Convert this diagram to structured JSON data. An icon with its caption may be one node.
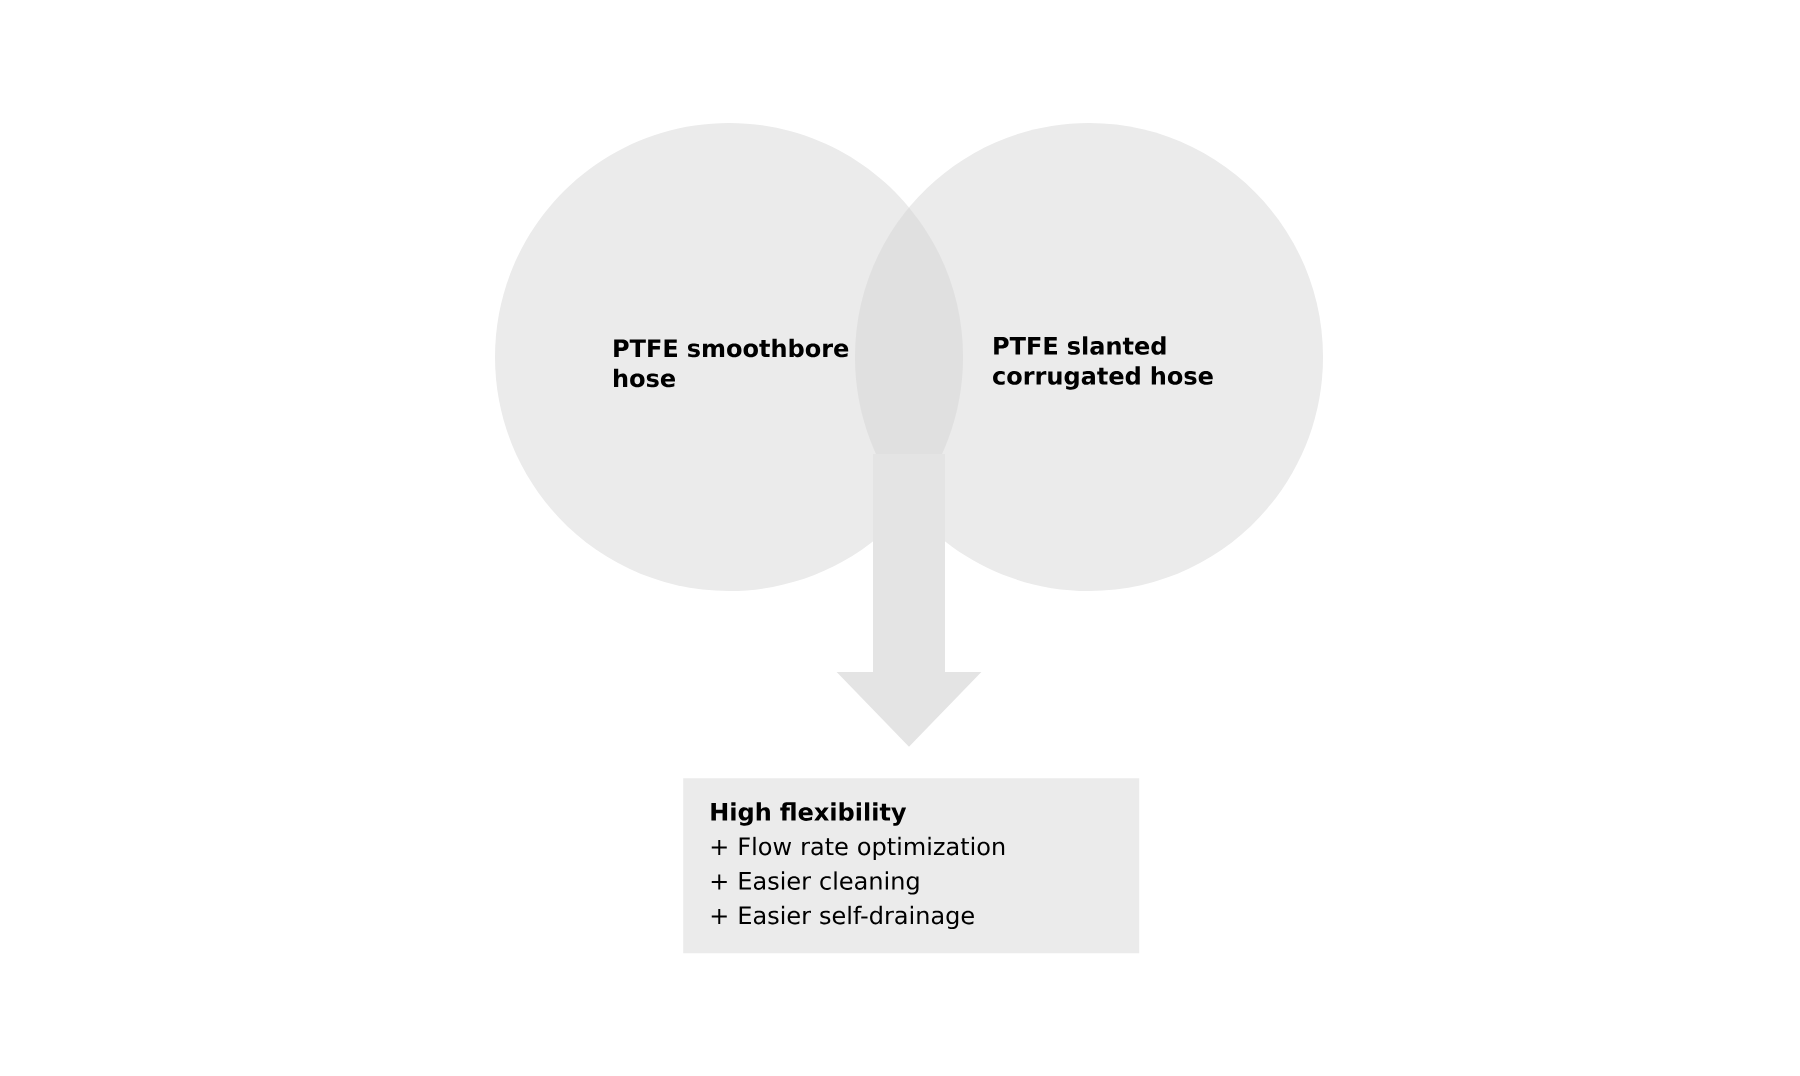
{
  "diagram": {
    "nodes": [
      {
        "text": [
          "PTFE smoothbore hose"
        ]
      },
      {
        "text": [
          "PTFE slanted corrugated hose"
        ]
      },
      {
        "text": [
          "High flexibility",
          "+ Flow rate optimization",
          "+ Easier cleaning",
          "+ Easier self-drainage"
        ]
      }
    ],
    "edges": [
      {
        "from": 0,
        "to": 2,
        "arrow": "to"
      },
      {
        "from": 1,
        "to": 2,
        "arrow": "to"
      }
    ]
  }
}
